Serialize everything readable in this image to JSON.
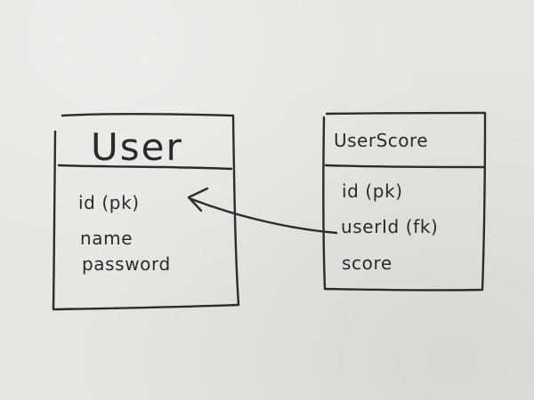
{
  "entities": {
    "user": {
      "name": "User",
      "attributes": [
        "id (pk)",
        "name",
        "password"
      ]
    },
    "user_score": {
      "name": "UserScore",
      "attributes": [
        "id (pk)",
        "userId (fk)",
        "score"
      ]
    }
  },
  "relationship": {
    "from": "UserScore.userId (fk)",
    "to": "User.id (pk)",
    "style": "hand-drawn arrow"
  },
  "colors": {
    "paper": "#e4e6e1",
    "ink": "#2d2b2c"
  }
}
